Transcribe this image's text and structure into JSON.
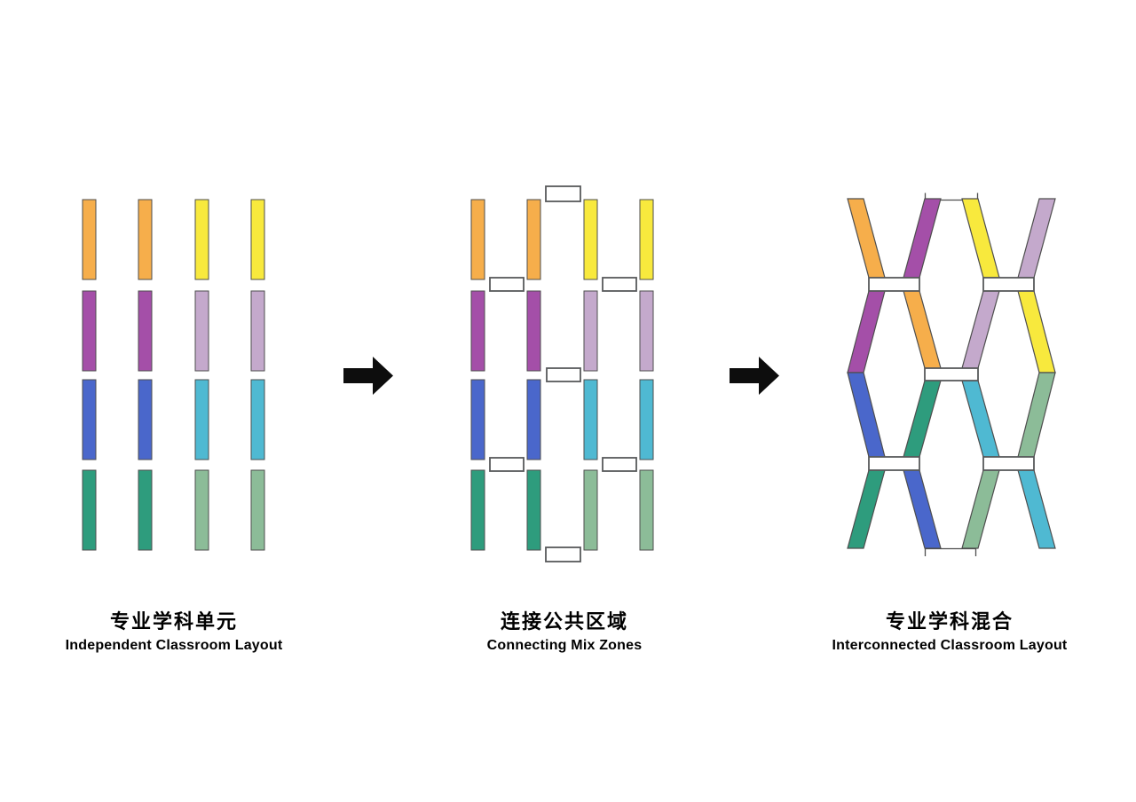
{
  "colors": {
    "orange": "#F6AE4B",
    "yellow": "#F8E93D",
    "purple": "#A44FA8",
    "lilac": "#C4A9CC",
    "blue": "#4A67CB",
    "cyan": "#4FB9D2",
    "green": "#2E9C7D",
    "sage": "#8CBC98",
    "bar_border": "#4E4E4E",
    "connector_border": "#58595B",
    "connector_fill": "#FFFFFF",
    "arrow": "#0D0D0D",
    "background": "#FFFFFF",
    "text": "#000000"
  },
  "panels": [
    {
      "id": "independent-classrooms",
      "title_zh": "专业学科单元",
      "title_en": "Independent Classroom Layout",
      "grid": [
        [
          "orange",
          "orange",
          "yellow",
          "yellow"
        ],
        [
          "purple",
          "purple",
          "lilac",
          "lilac"
        ],
        [
          "blue",
          "blue",
          "cyan",
          "cyan"
        ],
        [
          "green",
          "green",
          "sage",
          "sage"
        ]
      ]
    },
    {
      "id": "connecting-mix-zones",
      "title_zh": "连接公共区域",
      "title_en": "Connecting Mix Zones",
      "grid": [
        [
          "orange",
          "orange",
          "yellow",
          "yellow"
        ],
        [
          "purple",
          "purple",
          "lilac",
          "lilac"
        ],
        [
          "blue",
          "blue",
          "cyan",
          "cyan"
        ],
        [
          "green",
          "green",
          "sage",
          "sage"
        ]
      ],
      "connectors": [
        "top-center",
        "row1-left",
        "row1-right",
        "mid-center",
        "row3-left",
        "row3-right",
        "bottom-center"
      ]
    },
    {
      "id": "interconnected-classrooms",
      "title_zh": "专业学科混合",
      "title_en": "Interconnected Classroom Layout",
      "rows": [
        [
          {
            "color": "orange",
            "slant": "right"
          },
          {
            "color": "purple",
            "slant": "left"
          },
          {
            "color": "yellow",
            "slant": "right"
          },
          {
            "color": "lilac",
            "slant": "left"
          }
        ],
        [
          {
            "color": "purple",
            "slant": "left"
          },
          {
            "color": "orange",
            "slant": "right"
          },
          {
            "color": "lilac",
            "slant": "left"
          },
          {
            "color": "yellow",
            "slant": "right"
          }
        ],
        [
          {
            "color": "blue",
            "slant": "right"
          },
          {
            "color": "green",
            "slant": "left"
          },
          {
            "color": "cyan",
            "slant": "right"
          },
          {
            "color": "sage",
            "slant": "left"
          }
        ],
        [
          {
            "color": "green",
            "slant": "left"
          },
          {
            "color": "blue",
            "slant": "right"
          },
          {
            "color": "sage",
            "slant": "left"
          },
          {
            "color": "cyan",
            "slant": "right"
          }
        ]
      ],
      "connectors": [
        "junction1-left",
        "junction1-right",
        "junction2-center",
        "junction3-left",
        "junction3-right"
      ]
    }
  ],
  "arrows": [
    {
      "icon": "right-arrow"
    },
    {
      "icon": "right-arrow"
    }
  ]
}
